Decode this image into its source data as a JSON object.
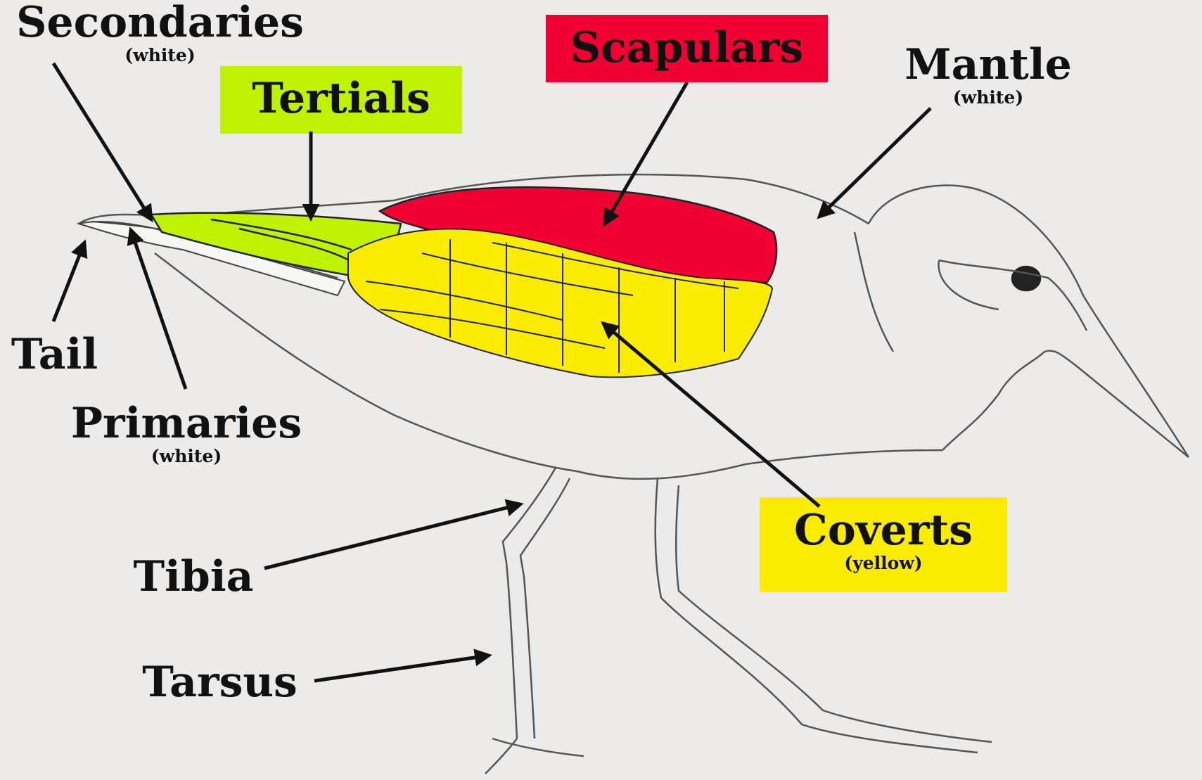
{
  "labels": {
    "secondaries": {
      "title": "Secondaries",
      "note": "(white)"
    },
    "tertials": {
      "title": "Tertials"
    },
    "scapulars": {
      "title": "Scapulars"
    },
    "mantle": {
      "title": "Mantle",
      "note": "(white)"
    },
    "tail": {
      "title": "Tail"
    },
    "primaries": {
      "title": "Primaries",
      "note": "(white)"
    },
    "coverts": {
      "title": "Coverts",
      "note": "(yellow)"
    },
    "tibia": {
      "title": "Tibia"
    },
    "tarsus": {
      "title": "Tarsus"
    }
  },
  "colors": {
    "background": "#ecebea",
    "tertials": "#bff200",
    "scapulars": "#f20033",
    "coverts": "#f9ec00",
    "ink": "#111111",
    "pencil": "#555555"
  }
}
